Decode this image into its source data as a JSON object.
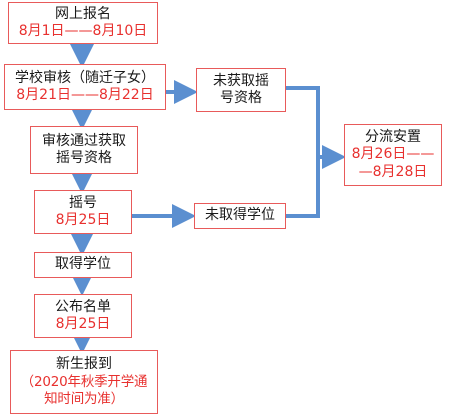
{
  "colors": {
    "arrow": "#5b8fd0",
    "border": "#e85a5a",
    "date_text": "#e8312f",
    "text": "#1a1a1a"
  },
  "steps": {
    "register": {
      "title": "网上报名",
      "date": "8月1日——8月10日"
    },
    "school_review": {
      "title": "学校审核（随迁子女）",
      "date": "8月21日——8月22日"
    },
    "pass_review": {
      "line1": "审核通过获取",
      "line2": "摇号资格"
    },
    "lottery": {
      "title": "摇号",
      "date": "8月25日"
    },
    "get_place": {
      "title": "取得学位"
    },
    "publish_list": {
      "title": "公布名单",
      "date": "8月25日"
    },
    "new_student_report": {
      "title": "新生报到",
      "note_line1": "（2020年秋季开学通",
      "note_line2": "知时间为准）"
    },
    "no_qualification": {
      "line1": "未获取摇",
      "line2": "号资格"
    },
    "no_place": {
      "title": "未取得学位"
    },
    "divert": {
      "title": "分流安置",
      "date_line1": "8月26日——",
      "date_line2": "—8月28日"
    }
  }
}
